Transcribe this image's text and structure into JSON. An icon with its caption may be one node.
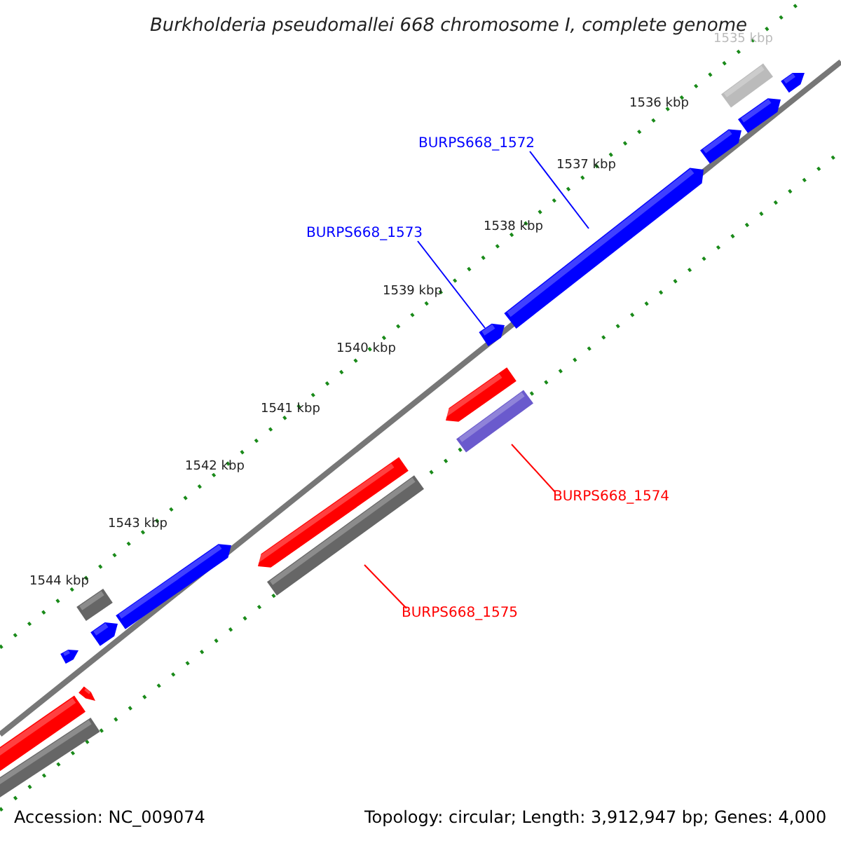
{
  "diagram": {
    "title": "Burkholderia pseudomallei 668 chromosome I, complete genome",
    "nodes": [
      {
        "text": [
          "BURPS668_1572"
        ]
      },
      {
        "text": [],
        "shape": "arrow"
      },
      {
        "text": [
          "BURPS668_1573"
        ]
      },
      {
        "text": [],
        "shape": "arrow"
      },
      {
        "text": [
          "BURPS668_1574"
        ]
      },
      {
        "text": [],
        "shape": "bar"
      },
      {
        "text": [
          "BURPS668_1575"
        ]
      },
      {
        "text": [],
        "shape": "bar"
      },
      {
        "text": [],
        "shape": "bar"
      },
      {
        "text": [],
        "shape": "arrow"
      },
      {
        "text": [],
        "shape": "arrow"
      },
      {
        "text": [],
        "shape": "arrow"
      },
      {
        "text": [],
        "shape": "arrow"
      },
      {
        "text": [],
        "shape": "arrow"
      },
      {
        "text": [],
        "shape": "bar"
      },
      {
        "text": [],
        "shape": "arrow"
      },
      {
        "text": [],
        "shape": "arrow"
      },
      {
        "text": [],
        "shape": "arrow"
      },
      {
        "text": [],
        "shape": "arrow"
      },
      {
        "text": [],
        "shape": "bar"
      },
      {
        "text": [],
        "shape": "bar"
      }
    ],
    "edges": [
      {
        "from": 0,
        "to": 1,
        "arrow": "none"
      },
      {
        "from": 2,
        "to": 3,
        "arrow": "none"
      },
      {
        "from": 4,
        "to": 5,
        "arrow": "none",
        "color": "#ff0000"
      },
      {
        "from": 6,
        "to": 7,
        "arrow": "none",
        "color": "#ff0000"
      }
    ],
    "labels": [
      "1535 kbp",
      "1536 kbp",
      "1537 kbp",
      "1538 kbp",
      "1539 kbp",
      "1540 kbp",
      "1541 kbp",
      "1542 kbp",
      "1543 kbp",
      "1544 kbp",
      "Accession: NC_009074",
      "Topology: circular; Length: 3,912,947 bp; Genes: 4,000"
    ]
  }
}
